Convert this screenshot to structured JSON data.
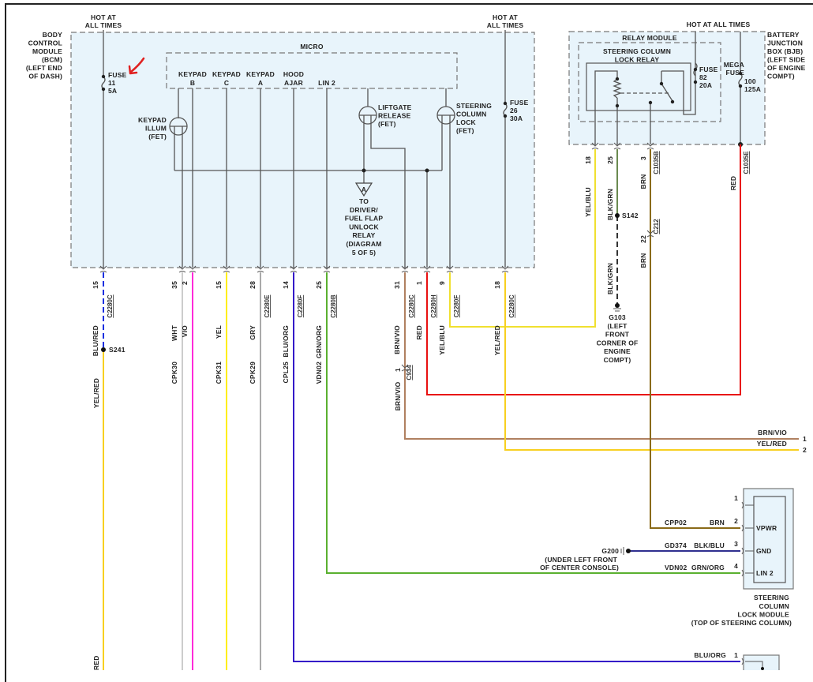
{
  "diagram": {
    "title": "Steering Column Lock / Keypad wiring",
    "annotation_arrow_color": "#e02020",
    "colors": {
      "module_fill": "#e8f4fb",
      "wire_blu_red": "#1a2fe0",
      "wire_yel_red": "#f8d020",
      "wire_wht": "#cccccc",
      "wire_vio": "#ff2ad9",
      "wire_yel": "#ffee00",
      "wire_gry": "#aaaaaa",
      "wire_blu_org": "#3418c8",
      "wire_grn_org": "#5ab030",
      "wire_brn_vio": "#b08060",
      "wire_red": "#e81010",
      "wire_yel_blu": "#f0e030",
      "wire_brn": "#8a6a18",
      "wire_blk_grn": "#6a8a50",
      "wire_blk_blu": "#303090"
    },
    "bcm": {
      "label": [
        "BODY",
        "CONTROL",
        "MODULE",
        "(BCM)",
        "(LEFT END",
        "OF DASH)"
      ],
      "hot_left": [
        "HOT AT",
        "ALL TIMES"
      ],
      "hot_right": [
        "HOT AT",
        "ALL TIMES"
      ],
      "fuse11": [
        "FUSE",
        "11",
        "5A"
      ],
      "fuse26": [
        "FUSE",
        "26",
        "30A"
      ],
      "micro_label": "MICRO",
      "micro_pins": [
        [
          "KEYPAD",
          "B"
        ],
        [
          "KEYPAD",
          "C"
        ],
        [
          "KEYPAD",
          "A"
        ],
        [
          "HOOD",
          "AJAR"
        ],
        [
          "LIN 2"
        ]
      ],
      "fets": {
        "keypad_illum": [
          "KEYPAD",
          "ILLUM",
          "(FET)"
        ],
        "liftgate": [
          "LIFTGATE",
          "RELEASE",
          "(FET)"
        ],
        "steering": [
          "STEERING",
          "COLUMN",
          "LOCK",
          "(FET)"
        ]
      },
      "ref_a": {
        "symbol": "A",
        "text": [
          "TO",
          "DRIVER/",
          "FUEL FLAP",
          "UNLOCK",
          "RELAY",
          "(DIAGRAM",
          "5 OF 5)"
        ]
      }
    },
    "bjb": {
      "hot": "HOT AT ALL TIMES",
      "label": [
        "BATTERY",
        "JUNCTION",
        "BOX (BJB)",
        "(LEFT SIDE",
        "OF ENGINE",
        "COMPT)"
      ],
      "relay_module": "RELAY MODULE",
      "relay": [
        "STEERING COLUMN",
        "LOCK RELAY"
      ],
      "fuse82": [
        "FUSE",
        "82",
        "20A"
      ],
      "megafuse": [
        "MEGA",
        "FUSE",
        "100",
        "125A"
      ]
    },
    "bcm_wires": [
      {
        "pin": "15",
        "color": "BLU/RED",
        "connector": "C2280C",
        "circuit": ""
      },
      {
        "pin": "35",
        "color": "WHT",
        "connector": "",
        "circuit": "CPK30"
      },
      {
        "pin": "2",
        "color": "VIO",
        "connector": "",
        "circuit": ""
      },
      {
        "pin": "15",
        "color": "YEL",
        "connector": "",
        "circuit": "CPK31"
      },
      {
        "pin": "28",
        "color": "GRY",
        "connector": "C2280E",
        "circuit": "CPK29"
      },
      {
        "pin": "14",
        "color": "BLU/ORG",
        "connector": "C2280F",
        "circuit": "CPL25"
      },
      {
        "pin": "25",
        "color": "GRN/ORG",
        "connector": "C2280B",
        "circuit": "VDN02"
      },
      {
        "pin": "31",
        "color": "BRN/VIO",
        "connector": "C2280C",
        "circuit": ""
      },
      {
        "pin": "1",
        "color": "RED",
        "connector": "C2280H",
        "circuit": ""
      },
      {
        "pin": "9",
        "color": "YEL/BLU",
        "connector": "C2280F",
        "circuit": ""
      },
      {
        "pin": "18",
        "color": "YEL/RED",
        "connector": "C2280C",
        "circuit": ""
      }
    ],
    "bjb_wires": [
      {
        "pin": "18",
        "color": "YEL/BLU",
        "connector": ""
      },
      {
        "pin": "25",
        "color": "BLK/GRN",
        "connector": ""
      },
      {
        "pin": "3",
        "color": "BRN",
        "connector": "C1035B"
      },
      {
        "pin": "",
        "color": "RED",
        "connector": "C1035E"
      }
    ],
    "splices": {
      "s241": "S241",
      "s142": "S142",
      "yel_red_below_s241": "YEL/RED",
      "blk_grn_below_s142": "BLK/GRN",
      "c212_pin": "22",
      "c212": "C212",
      "brn_below_c212": "BRN",
      "c934_pin": "1",
      "c934": "C934",
      "brn_vio_below_c934": "BRN/VIO"
    },
    "ground_g103": [
      "G103",
      "(LEFT",
      "FRONT",
      "CORNER OF",
      "ENGINE",
      "COMPT)"
    ],
    "ground_g200": [
      "G200",
      "(UNDER LEFT FRONT",
      "OF CENTER CONSOLE)"
    ],
    "right_outputs": [
      {
        "color": "BRN/VIO",
        "pin": "1"
      },
      {
        "color": "YEL/RED",
        "pin": "2"
      }
    ],
    "sclm": {
      "label": [
        "STEERING",
        "COLUMN",
        "LOCK MODULE",
        "(TOP OF STEERING COLUMN)"
      ],
      "pins": [
        {
          "pin": "1",
          "circuit": "",
          "color": "",
          "name": ""
        },
        {
          "pin": "2",
          "circuit": "CPP02",
          "color": "BRN",
          "name": "VPWR"
        },
        {
          "pin": "3",
          "circuit": "GD374",
          "color": "BLK/BLU",
          "name": "GND"
        },
        {
          "pin": "4",
          "circuit": "VDN02",
          "color": "GRN/ORG",
          "name": "LIN 2"
        }
      ]
    },
    "bottom_module": {
      "color": "BLU/ORG",
      "pin": "1"
    },
    "bottom_left_label": "RED"
  }
}
